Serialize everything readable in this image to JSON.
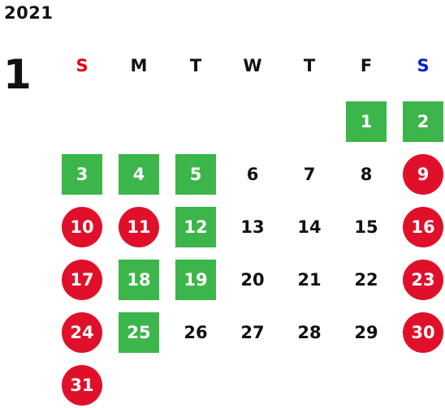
{
  "year": "2021",
  "month": "1",
  "weekdays": [
    {
      "label": "S",
      "color": "#e60012"
    },
    {
      "label": "M",
      "color": "#111111"
    },
    {
      "label": "T",
      "color": "#111111"
    },
    {
      "label": "W",
      "color": "#111111"
    },
    {
      "label": "T",
      "color": "#111111"
    },
    {
      "label": "F",
      "color": "#111111"
    },
    {
      "label": "S",
      "color": "#0022cc"
    }
  ],
  "colors": {
    "green_square": "#3cb54a",
    "red_circle": "#e0102a"
  },
  "first_weekday_index": 5,
  "days": [
    {
      "n": "1",
      "mark": "green"
    },
    {
      "n": "2",
      "mark": "green"
    },
    {
      "n": "3",
      "mark": "green"
    },
    {
      "n": "4",
      "mark": "green"
    },
    {
      "n": "5",
      "mark": "green"
    },
    {
      "n": "6",
      "mark": "none"
    },
    {
      "n": "7",
      "mark": "none"
    },
    {
      "n": "8",
      "mark": "none"
    },
    {
      "n": "9",
      "mark": "red"
    },
    {
      "n": "10",
      "mark": "red"
    },
    {
      "n": "11",
      "mark": "red"
    },
    {
      "n": "12",
      "mark": "green"
    },
    {
      "n": "13",
      "mark": "none"
    },
    {
      "n": "14",
      "mark": "none"
    },
    {
      "n": "15",
      "mark": "none"
    },
    {
      "n": "16",
      "mark": "red"
    },
    {
      "n": "17",
      "mark": "red"
    },
    {
      "n": "18",
      "mark": "green"
    },
    {
      "n": "19",
      "mark": "green"
    },
    {
      "n": "20",
      "mark": "none"
    },
    {
      "n": "21",
      "mark": "none"
    },
    {
      "n": "22",
      "mark": "none"
    },
    {
      "n": "23",
      "mark": "red"
    },
    {
      "n": "24",
      "mark": "red"
    },
    {
      "n": "25",
      "mark": "green"
    },
    {
      "n": "26",
      "mark": "none"
    },
    {
      "n": "27",
      "mark": "none"
    },
    {
      "n": "28",
      "mark": "none"
    },
    {
      "n": "29",
      "mark": "none"
    },
    {
      "n": "30",
      "mark": "red"
    },
    {
      "n": "31",
      "mark": "red"
    }
  ]
}
